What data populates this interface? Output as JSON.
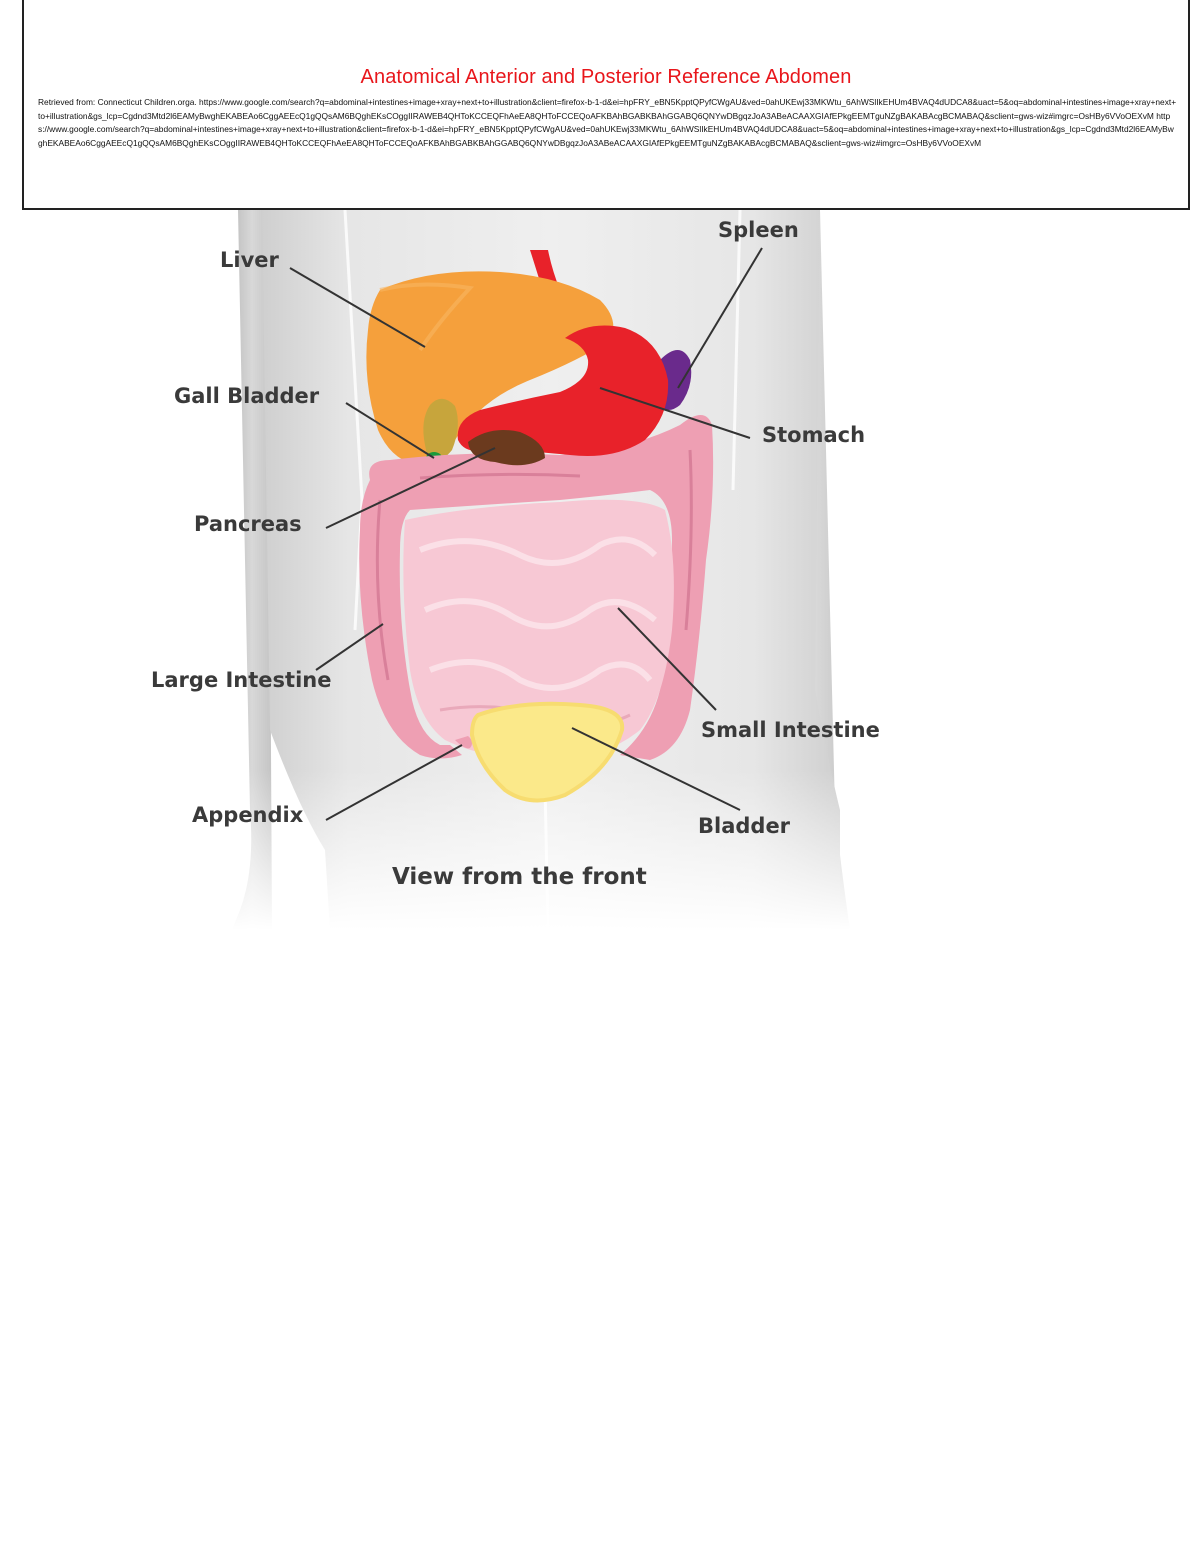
{
  "header": {
    "title": "Anatomical Anterior and Posterior  Reference Abdomen",
    "citation": "Retrieved from: Connecticut Children.orga. https://www.google.com/search?q=abdominal+intestines+image+xray+next+to+illustration&client=firefox-b-1-d&ei=hpFRY_eBN5KpptQPyfCWgAU&ved=0ahUKEwj33MKWtu_6AhWSlIkEHUm4BVAQ4dUDCA8&uact=5&oq=abdominal+intestines+image+xray+next+to+illustration&gs_lcp=Cgdnd3Mtd2l6EAMyBwghEKABEAo6CggAEEcQ1gQQsAM6BQghEKsCOggIIRAWEB4QHToKCCEQFhAeEA8QHToFCCEQoAFKBAhBGABKBAhGGABQ6QNYwDBgqzJoA3ABeACAAXGIAfEPkgEEMTguNZgBAKABAcgBCMABAQ&sclient=gws-wiz#imgrc=OsHBy6VVoOEXvM https://www.google.com/search?q=abdominal+intestines+image+xray+next+to+illustration&client=firefox-b-1-d&ei=hpFRY_eBN5KpptQPyfCWgAU&ved=0ahUKEwj33MKWtu_6AhWSlIkEHUm4BVAQ4dUDCA8&uact=5&oq=abdominal+intestines+image+xray+next+to+illustration&gs_lcp=Cgdnd3Mtd2l6EAMyBwghEKABEAo6CggAEEcQ1gQQsAM6BQghEKsCOggIIRAWEB4QHToKCCEQFhAeEA8QHToFCCEQoAFKBAhBGABKBAhGGABQ6QNYwDBgqzJoA3ABeACAAXGIAfEPkgEEMTguNZgBAKABAcgBCMABAQ&sclient=gws-wiz#imgrc=OsHBy6VVoOEXvM"
  },
  "figure": {
    "labels": {
      "liver": "Liver",
      "spleen": "Spleen",
      "gall_bladder": "Gall Bladder",
      "stomach": "Stomach",
      "pancreas": "Pancreas",
      "large_intestine": "Large Intestine",
      "small_intestine": "Small Intestine",
      "appendix": "Appendix",
      "bladder": "Bladder"
    },
    "caption": "View from the front",
    "colors": {
      "title": "#e8161b",
      "liver": "#f5a03c",
      "stomach": "#e8222a",
      "spleen": "#6a2a8c",
      "gall_bladder": "#1a9a3a",
      "pancreas": "#6b3a1e",
      "large_intestine": "#ee9fb3",
      "small_intestine": "#f7c8d4",
      "bladder": "#fbe98a",
      "body": "#d9d9d9"
    }
  }
}
